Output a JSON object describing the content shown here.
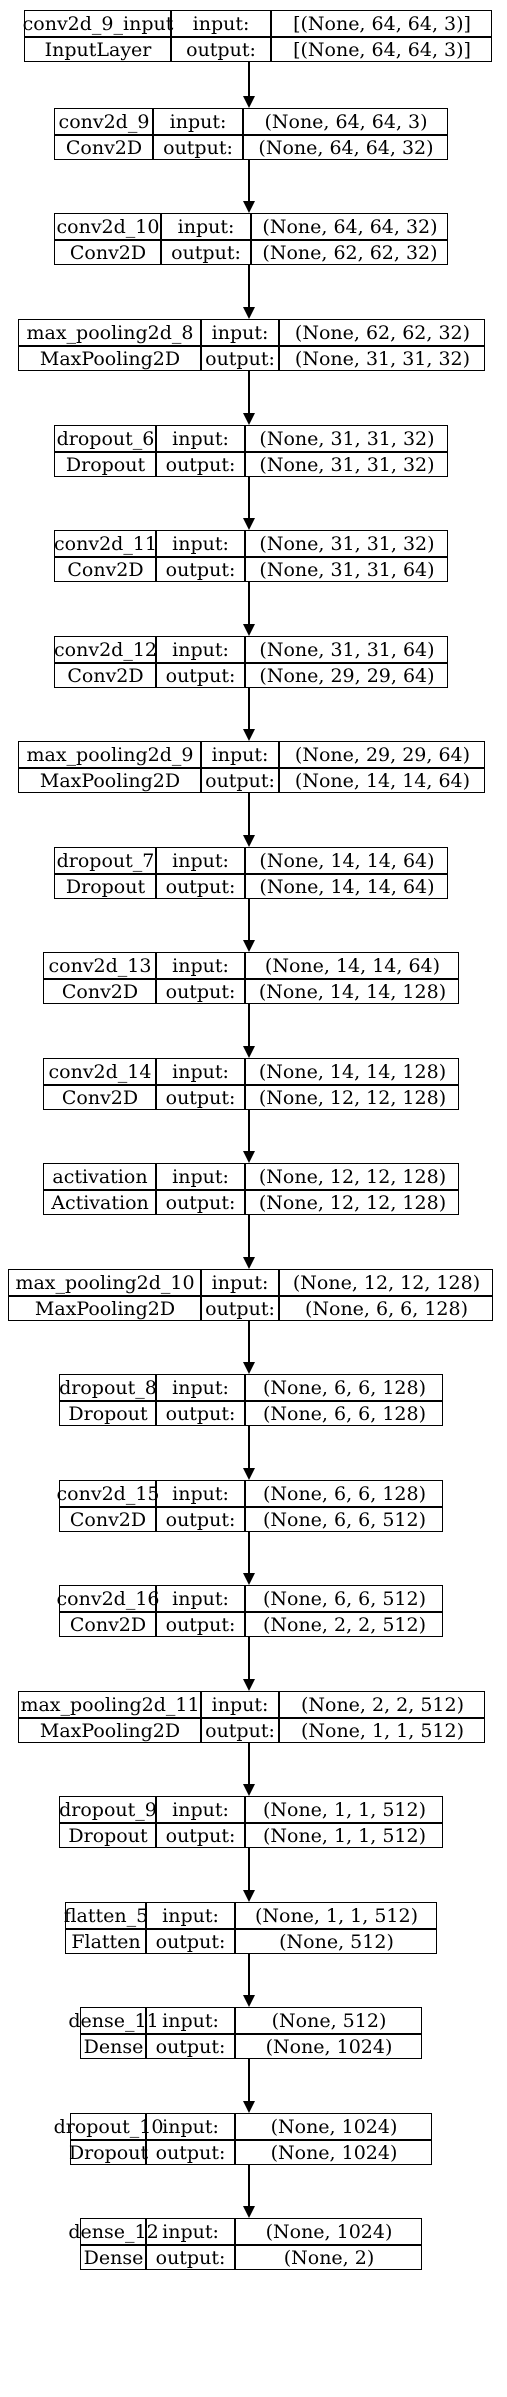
{
  "labels": {
    "input": "input:",
    "output": "output:"
  },
  "layers": [
    {
      "name": "conv2d_9_input",
      "type": "InputLayer",
      "input": "[(None, 64, 64, 3)]",
      "output": "[(None, 64, 64, 3)]"
    },
    {
      "name": "conv2d_9",
      "type": "Conv2D",
      "input": "(None, 64, 64, 3)",
      "output": "(None, 64, 64, 32)"
    },
    {
      "name": "conv2d_10",
      "type": "Conv2D",
      "input": "(None, 64, 64, 32)",
      "output": "(None, 62, 62, 32)"
    },
    {
      "name": "max_pooling2d_8",
      "type": "MaxPooling2D",
      "input": "(None, 62, 62, 32)",
      "output": "(None, 31, 31, 32)"
    },
    {
      "name": "dropout_6",
      "type": "Dropout",
      "input": "(None, 31, 31, 32)",
      "output": "(None, 31, 31, 32)"
    },
    {
      "name": "conv2d_11",
      "type": "Conv2D",
      "input": "(None, 31, 31, 32)",
      "output": "(None, 31, 31, 64)"
    },
    {
      "name": "conv2d_12",
      "type": "Conv2D",
      "input": "(None, 31, 31, 64)",
      "output": "(None, 29, 29, 64)"
    },
    {
      "name": "max_pooling2d_9",
      "type": "MaxPooling2D",
      "input": "(None, 29, 29, 64)",
      "output": "(None, 14, 14, 64)"
    },
    {
      "name": "dropout_7",
      "type": "Dropout",
      "input": "(None, 14, 14, 64)",
      "output": "(None, 14, 14, 64)"
    },
    {
      "name": "conv2d_13",
      "type": "Conv2D",
      "input": "(None, 14, 14, 64)",
      "output": "(None, 14, 14, 128)"
    },
    {
      "name": "conv2d_14",
      "type": "Conv2D",
      "input": "(None, 14, 14, 128)",
      "output": "(None, 12, 12, 128)"
    },
    {
      "name": "activation",
      "type": "Activation",
      "input": "(None, 12, 12, 128)",
      "output": "(None, 12, 12, 128)"
    },
    {
      "name": "max_pooling2d_10",
      "type": "MaxPooling2D",
      "input": "(None, 12, 12, 128)",
      "output": "(None, 6, 6, 128)"
    },
    {
      "name": "dropout_8",
      "type": "Dropout",
      "input": "(None, 6, 6, 128)",
      "output": "(None, 6, 6, 128)"
    },
    {
      "name": "conv2d_15",
      "type": "Conv2D",
      "input": "(None, 6, 6, 128)",
      "output": "(None, 6, 6, 512)"
    },
    {
      "name": "conv2d_16",
      "type": "Conv2D",
      "input": "(None, 6, 6, 512)",
      "output": "(None, 2, 2, 512)"
    },
    {
      "name": "max_pooling2d_11",
      "type": "MaxPooling2D",
      "input": "(None, 2, 2, 512)",
      "output": "(None, 1, 1, 512)"
    },
    {
      "name": "dropout_9",
      "type": "Dropout",
      "input": "(None, 1, 1, 512)",
      "output": "(None, 1, 1, 512)"
    },
    {
      "name": "flatten_5",
      "type": "Flatten",
      "input": "(None, 1, 1, 512)",
      "output": "(None, 512)"
    },
    {
      "name": "dense_11",
      "type": "Dense",
      "input": "(None, 512)",
      "output": "(None, 1024)"
    },
    {
      "name": "dropout_10",
      "type": "Dropout",
      "input": "(None, 1024)",
      "output": "(None, 1024)"
    },
    {
      "name": "dense_12",
      "type": "Dense",
      "input": "(None, 1024)",
      "output": "(None, 2)"
    }
  ]
}
